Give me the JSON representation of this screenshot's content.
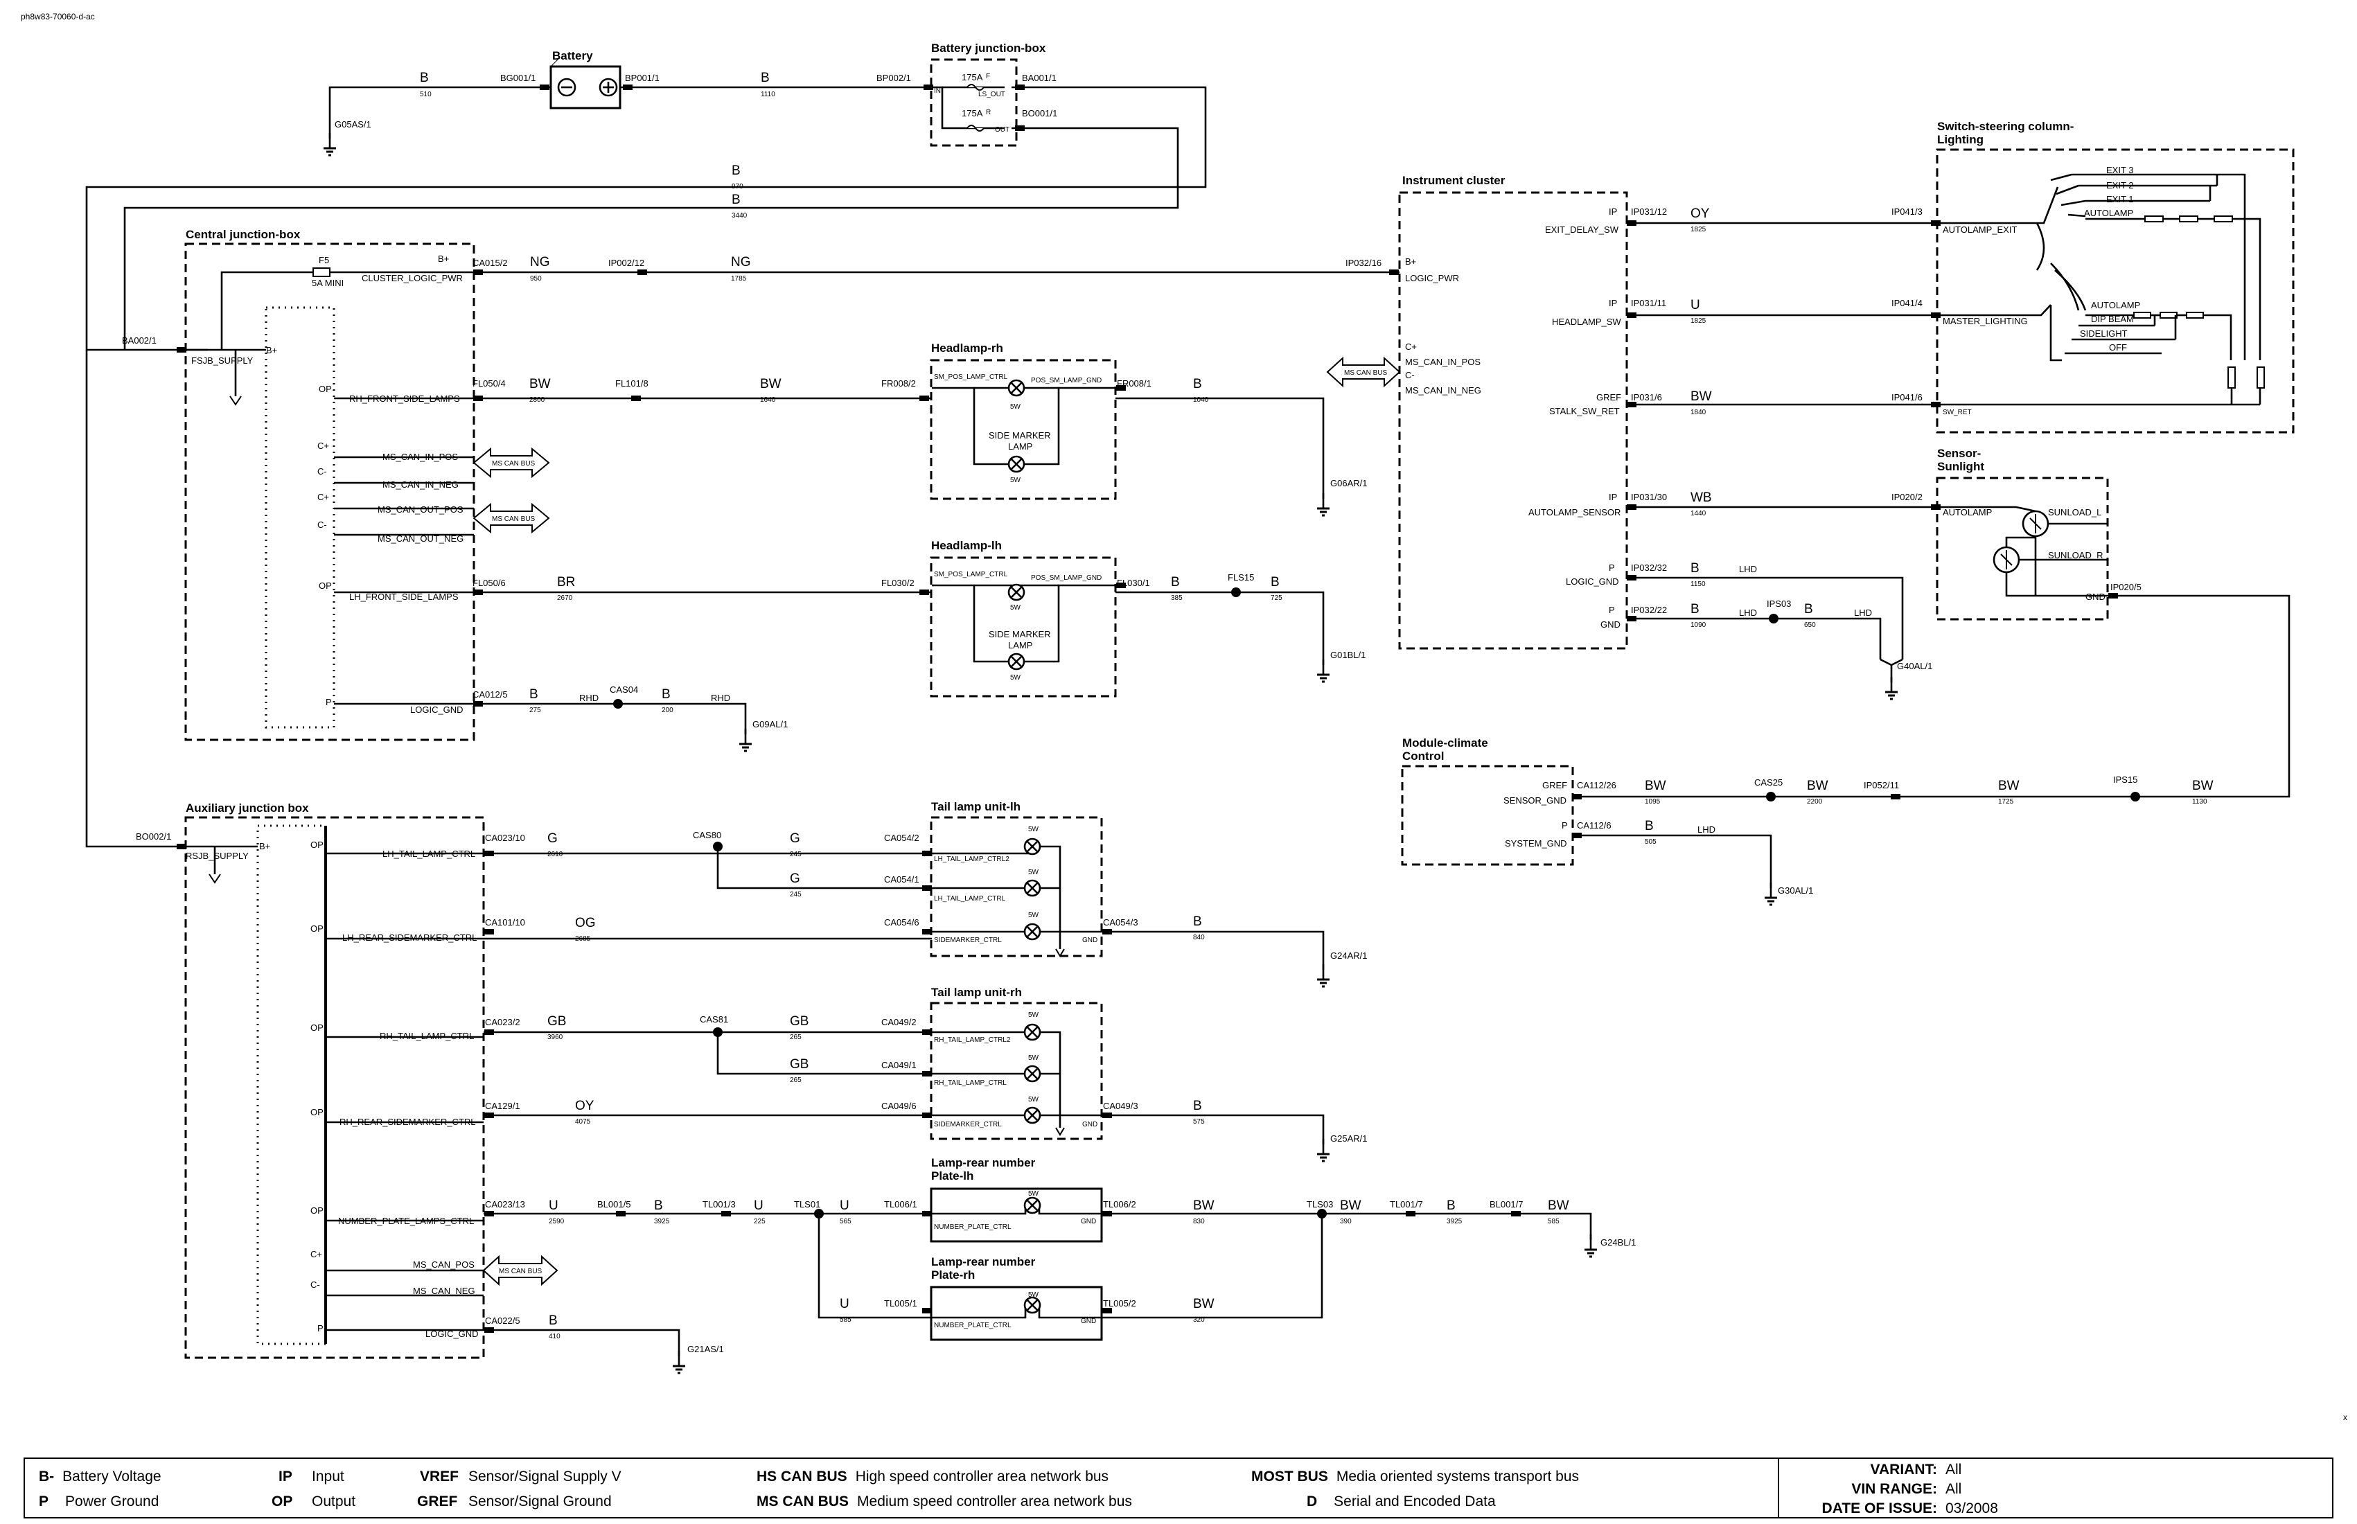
{
  "doc_id": "ph8w83-70060-d-ac",
  "corner_mark": "x",
  "components": {
    "battery": "Battery",
    "bjb": "Battery junction-box",
    "cjb": "Central junction-box",
    "ajb": "Auxiliary junction box",
    "hl_rh": "Headlamp-rh",
    "hl_lh": "Headlamp-lh",
    "tail_lh": "Tail lamp unit-lh",
    "tail_rh": "Tail lamp unit-rh",
    "np_lh_1": "Lamp-rear number",
    "np_lh_2": "Plate-lh",
    "np_rh_1": "Lamp-rear number",
    "np_rh_2": "Plate-rh",
    "ic": "Instrument cluster",
    "sw_1": "Switch-steering column-",
    "sw_2": "Lighting",
    "sun_1": "Sensor-",
    "sun_2": "Sunlight",
    "mcc_1": "Module-climate",
    "mcc_2": "Control"
  },
  "bjb_inner": {
    "f1": "175A",
    "f2": "175A",
    "F": "F",
    "R": "R",
    "ls_out": "LS_OUT",
    "out": "OUT",
    "in": "IN"
  },
  "cjb_inner": {
    "f5": "F5",
    "f5_rating": "5A MINI",
    "bplus": "B+",
    "fsjb_supply": "FSJB_SUPPLY",
    "cluster_logic_pwr": "CLUSTER_LOGIC_PWR",
    "op1": "OP",
    "rh_front": "RH_FRONT_SIDE_LAMPS",
    "c1p": "C+",
    "ms_in_pos": "MS_CAN_IN_POS",
    "c1n": "C-",
    "ms_in_neg": "MS_CAN_IN_NEG",
    "c2p": "C+",
    "ms_out_pos": "MS_CAN_OUT_POS",
    "c2n": "C-",
    "ms_out_neg": "MS_CAN_OUT_NEG",
    "op2": "OP",
    "lh_front": "LH_FRONT_SIDE_LAMPS",
    "p": "P",
    "logic_gnd": "LOGIC_GND",
    "bus1": "MS CAN BUS",
    "bus2": "MS CAN BUS"
  },
  "ajb_inner": {
    "bplus": "B+",
    "rsjb_supply": "RSJB_SUPPLY",
    "op1": "OP",
    "lh_tail": "LH_TAIL_LAMP_CTRL",
    "op2": "OP",
    "lh_side": "LH_REAR_SIDEMARKER_CTRL",
    "op3": "OP",
    "rh_tail": "RH_TAIL_LAMP_CTRL",
    "op4": "OP",
    "rh_side": "RH_REAR_SIDEMARKER_CTRL",
    "op5": "OP",
    "np": "NUMBER_PLATE_LAMPS_CTRL",
    "cp": "C+",
    "ms_pos": "MS_CAN_POS",
    "cn": "C-",
    "ms_neg": "MS_CAN_NEG",
    "p": "P",
    "logic_gnd": "LOGIC_GND",
    "bus": "MS CAN BUS"
  },
  "hl_inner": {
    "pos_ctrl": "SM_POS_LAMP_CTRL",
    "pos_gnd": "POS_SM_LAMP_GND",
    "sw": "5W",
    "side_1": "SIDE MARKER",
    "side_2": "LAMP",
    "pos_ctrl2": "SM_POS_LAMP_CTRL",
    "pos_gnd2": "POS_SM_LAMP_GND",
    "side2_1": "SIDE MARKER",
    "side2_2": "LAMP"
  },
  "tail_inner": {
    "lh_tail2": "LH_TAIL_LAMP_CTRL2",
    "lh_tail": "LH_TAIL_LAMP_CTRL",
    "side": "SIDEMARKER_CTRL",
    "gnd": "GND",
    "rh_tail2": "RH_TAIL_LAMP_CTRL2",
    "rh_tail": "RH_TAIL_LAMP_CTRL",
    "side_rh": "SIDEMARKER_CTRL",
    "gnd_rh": "GND"
  },
  "np_inner": {
    "ctrl": "NUMBER_PLATE_CTRL",
    "gnd": "GND"
  },
  "ic_inner": {
    "bplus": "B+",
    "logic_pwr": "LOGIC_PWR",
    "cp": "C+",
    "ms_in_pos": "MS_CAN_IN_POS",
    "cn": "C-",
    "ms_in_neg": "MS_CAN_IN_NEG",
    "bus": "MS CAN BUS",
    "ip1": "IP",
    "exit_delay": "EXIT_DELAY_SW",
    "ip2": "IP",
    "headlamp_sw": "HEADLAMP_SW",
    "gref": "GREF",
    "stalk": "STALK_SW_RET",
    "ip3": "IP",
    "autolamp_sensor": "AUTOLAMP_SENSOR",
    "p1": "P",
    "logic_gnd": "LOGIC_GND",
    "p2": "P",
    "gnd": "GND"
  },
  "sw_inner": {
    "exit3": "EXIT 3",
    "exit2": "EXIT 2",
    "exit1": "EXIT 1",
    "autolamp": "AUTOLAMP",
    "autolamp_exit": "AUTOLAMP_EXIT",
    "autolamp2": "AUTOLAMP",
    "dip": "DIP BEAM",
    "side": "SIDELIGHT",
    "off": "OFF",
    "master": "MASTER_LIGHTING",
    "sw_ret": "SW_RET"
  },
  "sun_inner": {
    "autolamp": "AUTOLAMP",
    "sunload_l": "SUNLOAD_L",
    "sunload_r": "SUNLOAD_R",
    "gnd": "GND"
  },
  "mcc_inner": {
    "gref": "GREF",
    "sensor_gnd": "SENSOR_GND",
    "p": "P",
    "system_gnd": "SYSTEM_GND"
  },
  "connectors": {
    "bg001_1": "BG001/1",
    "bp001_1": "BP001/1",
    "bp002_1": "BP002/1",
    "ba001_1": "BA001/1",
    "bo001_1": "BO001/1",
    "ba002_1": "BA002/1",
    "ca015_2": "CA015/2",
    "ip002_12": "IP002/12",
    "ip032_16": "IP032/16",
    "fl050_4": "FL050/4",
    "fl101_8": "FL101/8",
    "fr008_2": "FR008/2",
    "fr008_1": "FR008/1",
    "fl050_6": "FL050/6",
    "fl030_2": "FL030/2",
    "fl030_1": "FL030/1",
    "fls15": "FLS15",
    "ca012_5": "CA012/5",
    "cas04": "CAS04",
    "bo002_1": "BO002/1",
    "ca023_10": "CA023/10",
    "cas80": "CAS80",
    "ca054_2": "CA054/2",
    "ca054_1": "CA054/1",
    "ca101_10": "CA101/10",
    "ca054_6": "CA054/6",
    "ca054_3": "CA054/3",
    "ca023_2": "CA023/2",
    "cas81": "CAS81",
    "ca049_2": "CA049/2",
    "ca049_1": "CA049/1",
    "ca129_1": "CA129/1",
    "ca049_6": "CA049/6",
    "ca049_3": "CA049/3",
    "ca023_13": "CA023/13",
    "bl001_5": "BL001/5",
    "tl001_3": "TL001/3",
    "tls01": "TLS01",
    "tl006_1": "TL006/1",
    "tl006_2": "TL006/2",
    "tls03": "TLS03",
    "tl001_7": "TL001/7",
    "bl001_7": "BL001/7",
    "tl005_1": "TL005/1",
    "tl005_2": "TL005/2",
    "ca022_5": "CA022/5",
    "ip031_12": "IP031/12",
    "ip041_3": "IP041/3",
    "ip031_11": "IP031/11",
    "ip041_4": "IP041/4",
    "ip031_6": "IP031/6",
    "ip041_6": "IP041/6",
    "ip031_30": "IP031/30",
    "ip020_2": "IP020/2",
    "ip032_32": "IP032/32",
    "ip032_22": "IP032/22",
    "ips03": "IPS03",
    "ip020_5": "IP020/5",
    "ca112_26": "CA112/26",
    "cas25": "CAS25",
    "ip052_11": "IP052/11",
    "ips15": "IPS15",
    "ca112_6": "CA112/6"
  },
  "grounds": {
    "g05as": "G05AS/1",
    "g06ar": "G06AR/1",
    "g01bl": "G01BL/1",
    "g09al": "G09AL/1",
    "g24ar": "G24AR/1",
    "g25ar": "G25AR/1",
    "g24bl": "G24BL/1",
    "g21as": "G21AS/1",
    "g40al": "G40AL/1",
    "g30al": "G30AL/1"
  },
  "wires": {
    "w510_c": "B",
    "w510_n": "510",
    "w1110_c": "B",
    "w1110_n": "1110",
    "w970_c": "B",
    "w970_n": "970",
    "w3440_c": "B",
    "w3440_n": "3440",
    "w950_c": "NG",
    "w950_n": "950",
    "w1785_c": "NG",
    "w1785_n": "1785",
    "w2800_c": "BW",
    "w2800_n": "2800",
    "w1640_c": "BW",
    "w1640_n": "1640",
    "w1040_c": "B",
    "w1040_n": "1040",
    "w2670_c": "BR",
    "w2670_n": "2670",
    "w385_c": "B",
    "w385_n": "385",
    "w725_c": "B",
    "w725_n": "725",
    "w275_c": "B",
    "w275_n": "275",
    "rhd1": "RHD",
    "w200_c": "B",
    "w200_n": "200",
    "rhd2": "RHD",
    "w2610_c": "G",
    "w2610_n": "2610",
    "w245a_c": "G",
    "w245a_n": "245",
    "w245b_c": "G",
    "w245b_n": "245",
    "w2685_c": "OG",
    "w2685_n": "2685",
    "w840_c": "B",
    "w840_n": "840",
    "w3960_c": "GB",
    "w3960_n": "3960",
    "w265a_c": "GB",
    "w265a_n": "265",
    "w265b_c": "GB",
    "w265b_n": "265",
    "w4075_c": "OY",
    "w4075_n": "4075",
    "w575_c": "B",
    "w575_n": "575",
    "w2590_c": "U",
    "w2590_n": "2590",
    "w3925a_c": "B",
    "w3925a_n": "3925",
    "w225_c": "U",
    "w225_n": "225",
    "w565a_c": "U",
    "w565a_n": "565",
    "w830_c": "BW",
    "w830_n": "830",
    "w390_c": "BW",
    "w390_n": "390",
    "w3925b_c": "B",
    "w3925b_n": "3925",
    "w585_c": "BW",
    "w585_n": "585",
    "w585b_c": "U",
    "w585b_n": "585",
    "w320_c": "BW",
    "w320_n": "320",
    "w410_c": "B",
    "w410_n": "410",
    "w1825a_c": "OY",
    "w1825a_n": "1825",
    "w1825b_c": "U",
    "w1825b_n": "1825",
    "w1840_c": "BW",
    "w1840_n": "1840",
    "w1440_c": "WB",
    "w1440_n": "1440",
    "w1150_c": "B",
    "w1150_n": "1150",
    "lhd1": "LHD",
    "w1090_c": "B",
    "w1090_n": "1090",
    "lhd2": "LHD",
    "w650_c": "B",
    "w650_n": "650",
    "lhd3": "LHD",
    "w1095_c": "BW",
    "w1095_n": "1095",
    "w2200_c": "BW",
    "w2200_n": "2200",
    "w1725_c": "BW",
    "w1725_n": "1725",
    "w1130_c": "BW",
    "w1130_n": "1130",
    "w505_c": "B",
    "w505_n": "505",
    "lhd4": "LHD"
  },
  "legend": {
    "items": [
      {
        "key": "B-",
        "value": "Battery Voltage"
      },
      {
        "key": "P",
        "value": "Power Ground"
      },
      {
        "key": "IP",
        "value": "Input"
      },
      {
        "key": "OP",
        "value": "Output"
      },
      {
        "key": "VREF",
        "value": "Sensor/Signal Supply V"
      },
      {
        "key": "GREF",
        "value": "Sensor/Signal Ground"
      },
      {
        "key": "HS CAN BUS",
        "value": "High speed controller area network bus"
      },
      {
        "key": "MS CAN BUS",
        "value": "Medium speed controller area network bus"
      },
      {
        "key": "MOST BUS",
        "value": "Media oriented systems transport bus"
      },
      {
        "key": "D",
        "value": "Serial and Encoded Data"
      }
    ],
    "variant_label": "VARIANT:",
    "variant_value": "All",
    "vin_label": "VIN RANGE:",
    "vin_value": "All",
    "date_label": "DATE OF ISSUE:",
    "date_value": "03/2008"
  }
}
